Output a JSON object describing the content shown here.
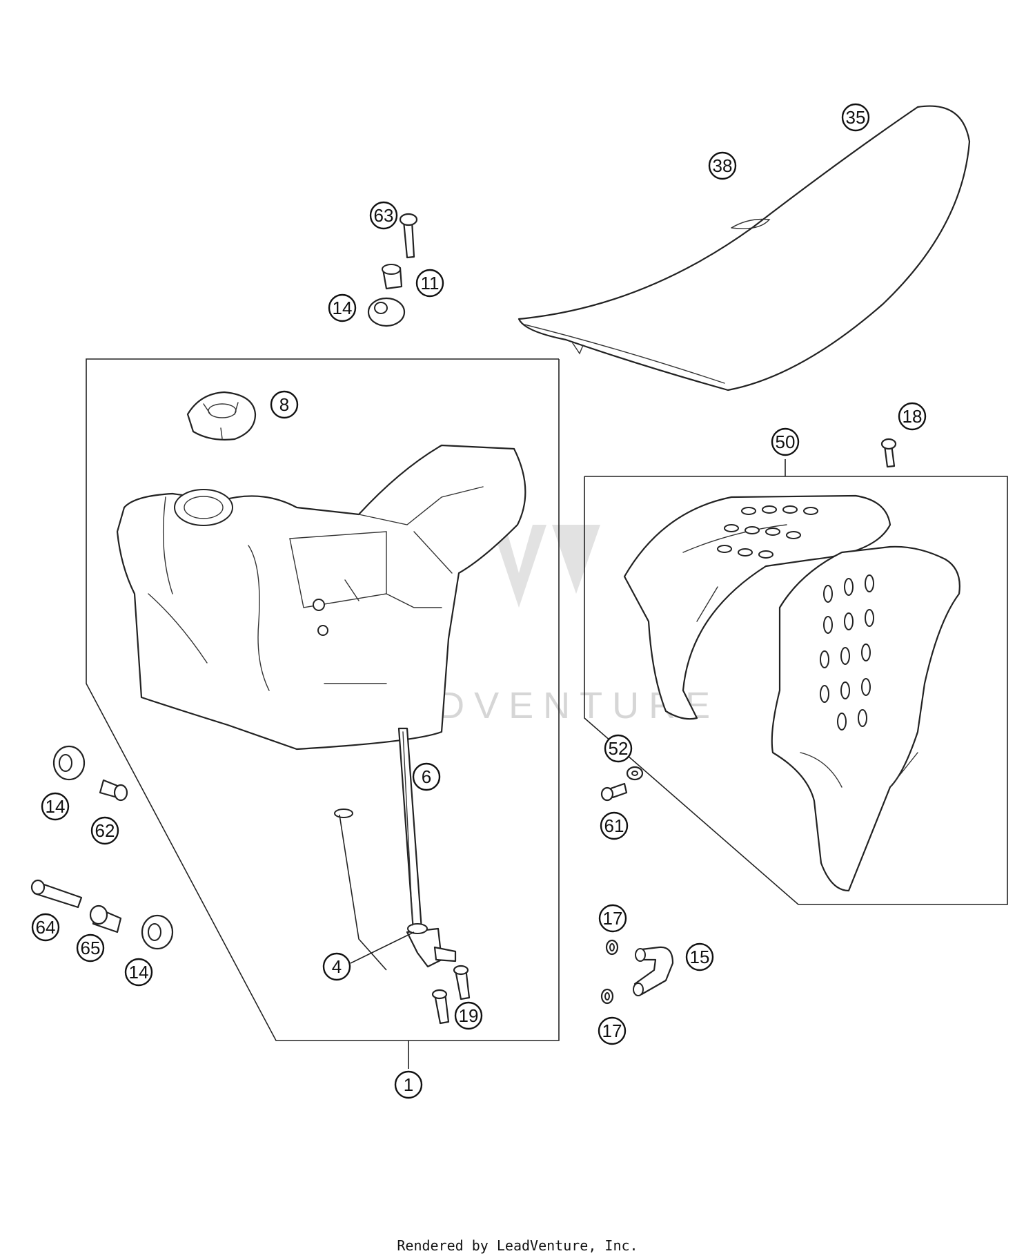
{
  "callouts": {
    "c1": "1",
    "c4": "4",
    "c6": "6",
    "c8": "8",
    "c11": "11",
    "c14a": "14",
    "c14b": "14",
    "c14c": "14",
    "c15": "15",
    "c17a": "17",
    "c17b": "17",
    "c18": "18",
    "c19": "19",
    "c35": "35",
    "c38": "38",
    "c50": "50",
    "c52": "52",
    "c61": "61",
    "c62": "62",
    "c63": "63",
    "c64": "64",
    "c65": "65"
  },
  "watermark": "LEADVENTURE",
  "footer": "Rendered by LeadVenture, Inc."
}
